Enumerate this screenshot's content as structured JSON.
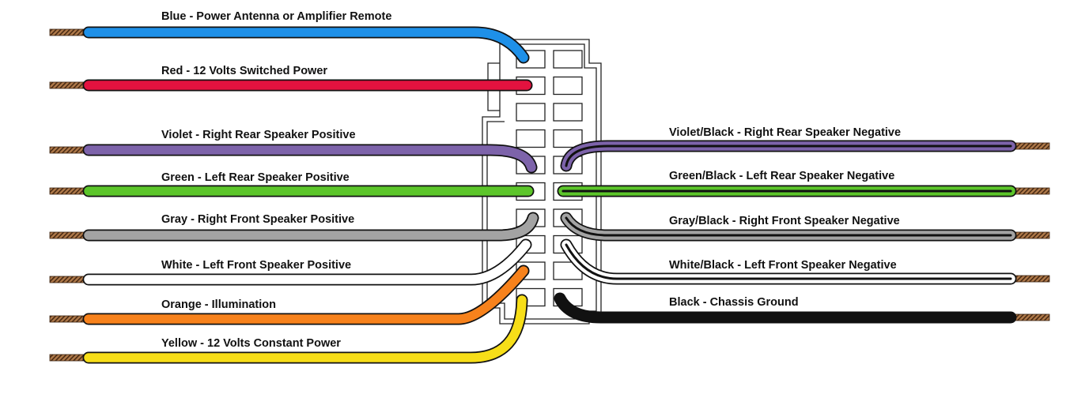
{
  "wires_left": [
    {
      "label": "Blue - Power Antenna or Amplifier Remote",
      "color": "#1e90e8"
    },
    {
      "label": "Red - 12 Volts Switched Power",
      "color": "#e3123f"
    },
    {
      "label": "Violet - Right Rear Speaker Positive",
      "color": "#7d63aa"
    },
    {
      "label": "Green - Left Rear Speaker Positive",
      "color": "#5cc52a"
    },
    {
      "label": "Gray - Right Front Speaker Positive",
      "color": "#a3a3a3"
    },
    {
      "label": "White - Left Front Speaker Positive",
      "color": "#ffffff"
    },
    {
      "label": "Orange - Illumination",
      "color": "#f7821c"
    },
    {
      "label": "Yellow - 12 Volts Constant Power",
      "color": "#f7de18"
    }
  ],
  "wires_right": [
    {
      "label": "Violet/Black - Right Rear Speaker Negative",
      "color": "#7d63aa",
      "stripe": "#111111"
    },
    {
      "label": "Green/Black - Left Rear Speaker Negative",
      "color": "#5cc52a",
      "stripe": "#111111"
    },
    {
      "label": "Gray/Black - Right Front Speaker Negative",
      "color": "#a3a3a3",
      "stripe": "#111111"
    },
    {
      "label": "White/Black - Left Front Speaker Negative",
      "color": "#ffffff",
      "stripe": "#111111"
    },
    {
      "label": "Black - Chassis Ground",
      "color": "#111111"
    }
  ],
  "copper_color": "#8a5a34"
}
